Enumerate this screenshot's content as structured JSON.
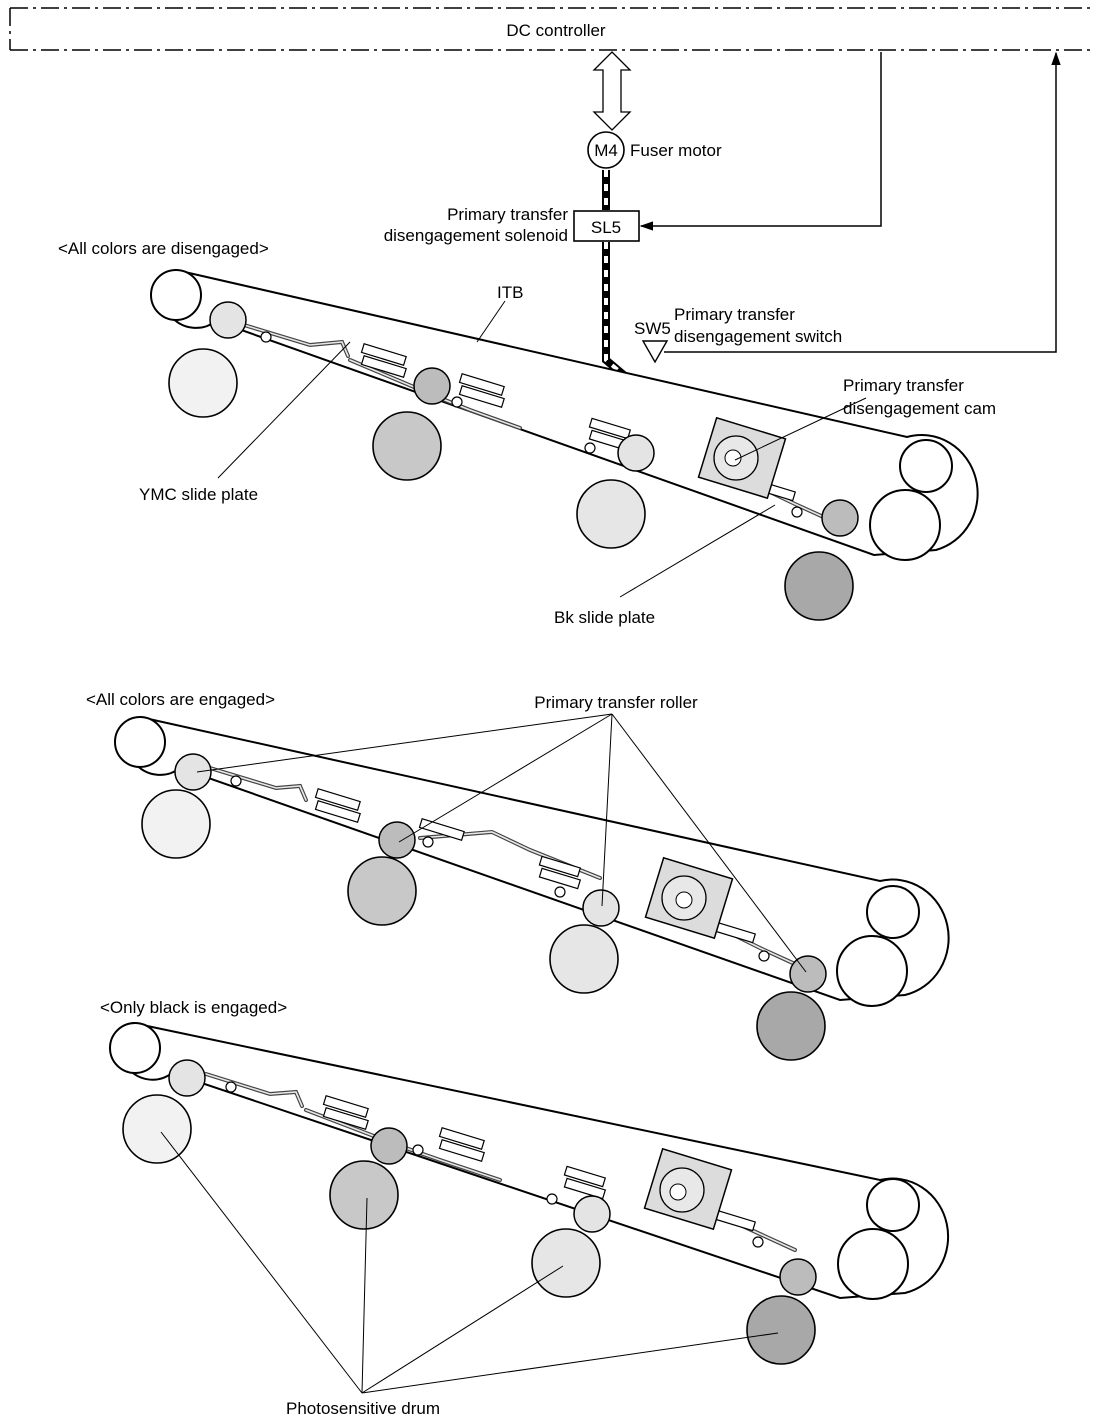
{
  "controller": {
    "label": "DC controller"
  },
  "motor": {
    "symbol": "M4",
    "label": "Fuser motor"
  },
  "solenoid": {
    "symbol": "SL5",
    "label_line1": "Primary transfer",
    "label_line2": "disengagement solenoid"
  },
  "switch": {
    "symbol": "SW5",
    "label_line1": "Primary transfer",
    "label_line2": "disengagement switch"
  },
  "cam": {
    "label_line1": "Primary transfer",
    "label_line2": "disengagement cam"
  },
  "belt": {
    "label": "ITB"
  },
  "plates": {
    "ymc": "YMC slide plate",
    "bk": "Bk slide plate"
  },
  "states": {
    "disengaged": "<All colors are disengaged>",
    "engaged": "<All colors are engaged>",
    "black_only": "<Only black is engaged>"
  },
  "roller_label": "Primary transfer roller",
  "drum_label": "Photosensitive drum",
  "colors": {
    "yellow_drum": "#f2f2f2",
    "magenta_drum": "#c8c8c8",
    "cyan_drum": "#e6e6e6",
    "black_drum": "#a8a8a8",
    "roller_light": "#e4e4e4",
    "roller_dark": "#bcbcbc",
    "cam_body": "#dcdcdc"
  }
}
